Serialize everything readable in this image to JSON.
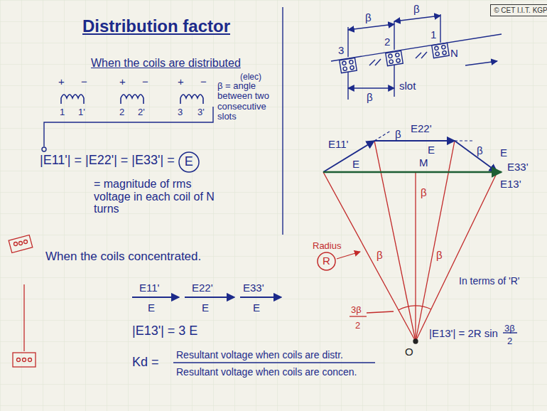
{
  "diagram": {
    "title": "Distribution factor",
    "nodes": [
      {
        "text": [
          "© CET I.I.T. KGP"
        ]
      },
      {
        "text": [
          "E"
        ]
      },
      {
        "text": [
          "R"
        ]
      }
    ],
    "labels": [
      "When the coils are distributed",
      "+",
      "−",
      "+",
      "−",
      "+",
      "−",
      "1",
      "1'",
      "2",
      "2'",
      "3",
      "3'",
      "(elec)",
      "β = angle between two consecutive slots",
      "|E11'| = |E22'| = |E33'| =",
      "= magnitude of rms voltage in each coil of N turns",
      "When the coils concentrated.",
      "E11'",
      "E",
      "E22'",
      "E",
      "E33'",
      "E",
      "|E13'| = 3 E",
      "Kd =",
      "Resultant voltage when coils are distr.",
      "Resultant voltage when coils are concen.",
      "β",
      "β",
      "β",
      "slot",
      "3",
      "2",
      "1",
      "N",
      "E11'",
      "E",
      "β",
      "E22'",
      "E",
      "β",
      "E",
      "E33'",
      "E13'",
      "M",
      "β",
      "β",
      "β",
      "Radius",
      "3β",
      "2",
      "O",
      "In terms of 'R'",
      "|E13'| = 2R sin",
      "3β",
      "2"
    ]
  }
}
